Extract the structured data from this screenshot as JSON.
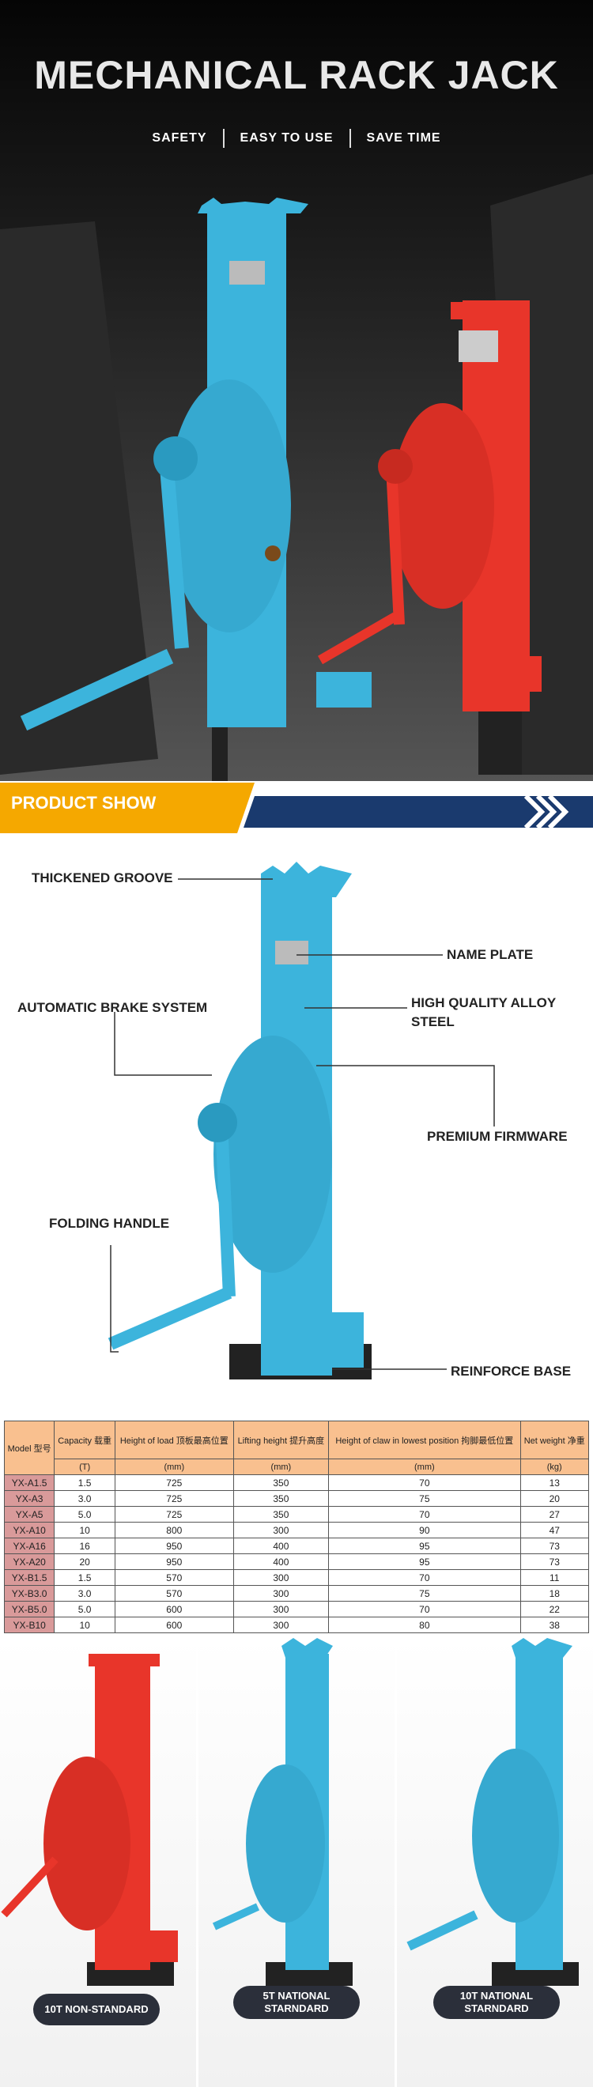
{
  "hero": {
    "title": "MECHANICAL RACK JACK",
    "taglines": [
      "SAFETY",
      "EASY TO USE",
      "SAVE TIME"
    ]
  },
  "section": {
    "label": "PRODUCT SHOW"
  },
  "colors": {
    "accent_orange": "#f5a800",
    "banner_blue": "#1a3a6e",
    "jack_blue": "#3cb4dc",
    "jack_red": "#e8352a"
  },
  "callouts": {
    "groove": "THICKENED GROOVE",
    "plate": "NAME PLATE",
    "brake": "AUTOMATIC BRAKE SYSTEM",
    "steel": "HIGH QUALITY ALLOY STEEL",
    "firmware": "PREMIUM FIRMWARE",
    "handle": "FOLDING HANDLE",
    "base": "REINFORCE BASE"
  },
  "table": {
    "headers": [
      "Model 型号",
      "Capacity 载重",
      "Height of load 顶板最高位置",
      "Lifting height 提升高度",
      "Height of claw in lowest position 拘脚最低位置",
      "Net weight 净重"
    ],
    "units": [
      "(T)",
      "(mm)",
      "(mm)",
      "(mm)",
      "(kg)"
    ],
    "rows": [
      [
        "YX-A1.5",
        "1.5",
        "725",
        "350",
        "70",
        "13"
      ],
      [
        "YX-A3",
        "3.0",
        "725",
        "350",
        "75",
        "20"
      ],
      [
        "YX-A5",
        "5.0",
        "725",
        "350",
        "70",
        "27"
      ],
      [
        "YX-A10",
        "10",
        "800",
        "300",
        "90",
        "47"
      ],
      [
        "YX-A16",
        "16",
        "950",
        "400",
        "95",
        "73"
      ],
      [
        "YX-A20",
        "20",
        "950",
        "400",
        "95",
        "73"
      ],
      [
        "YX-B1.5",
        "1.5",
        "570",
        "300",
        "70",
        "11"
      ],
      [
        "YX-B3.0",
        "3.0",
        "570",
        "300",
        "75",
        "18"
      ],
      [
        "YX-B5.0",
        "5.0",
        "600",
        "300",
        "70",
        "22"
      ],
      [
        "YX-B10",
        "10",
        "600",
        "300",
        "80",
        "38"
      ]
    ]
  },
  "variants": [
    {
      "label": "10T NON-STANDARD"
    },
    {
      "label": "5T NATIONAL STARNDARD"
    },
    {
      "label": "10T NATIONAL STARNDARD"
    }
  ]
}
